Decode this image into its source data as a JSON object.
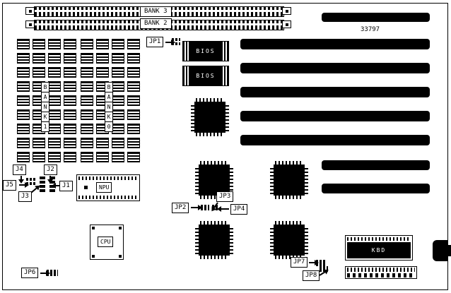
{
  "board": {
    "part_number": "33797"
  },
  "simm": {
    "bank3_label": "BANK 3",
    "bank2_label": "BANK 2"
  },
  "dip": {
    "rows": 9,
    "cols": 4,
    "bank1": {
      "letters": [
        "B",
        "A",
        "N",
        "K",
        "1"
      ]
    },
    "bank0": {
      "letters": [
        "B",
        "A",
        "N",
        "K",
        "0"
      ]
    }
  },
  "chips": {
    "bios1_label": "BIOS",
    "bios2_label": "BIOS",
    "npu_label": "NPU",
    "cpu_label": "CPU",
    "kbd_label": "KBD"
  },
  "jumpers": {
    "jp1": "JP1",
    "jp2": "JP2",
    "jp3": "JP3",
    "jp4": "JP4",
    "jp6": "JP6",
    "jp7": "JP7",
    "jp8": "JP8",
    "j1": "J1",
    "j2": "J2",
    "j3": "J3",
    "j4": "J4",
    "j5": "J5"
  }
}
